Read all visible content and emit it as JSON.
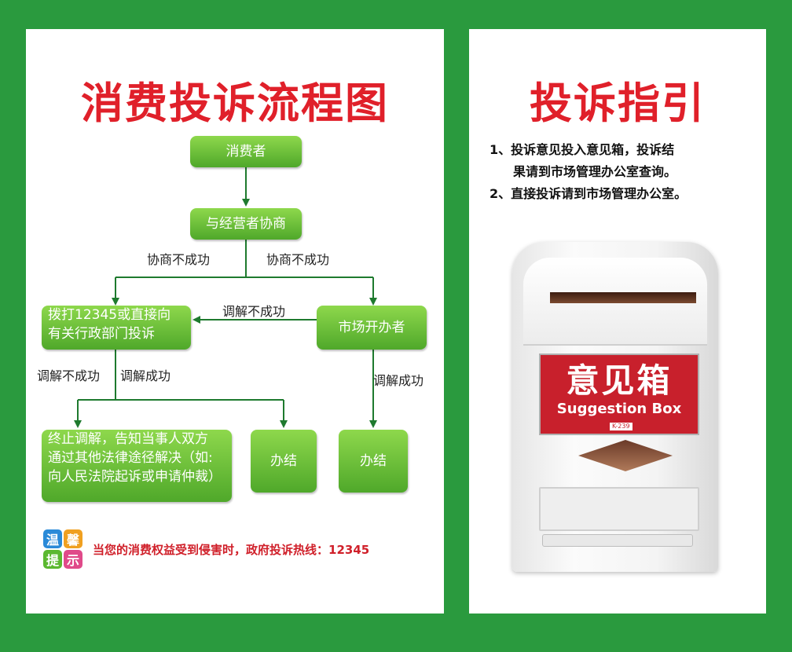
{
  "left_panel": {
    "title": "消费投诉流程图",
    "nodes": {
      "consumer": "消费者",
      "negotiate": "与经营者协商",
      "call_line1": "拨打12345或直接向",
      "call_line2": "有关行政部门投诉",
      "market_office": "市场开办者",
      "terminate_line1": "终止调解，告知当事人双方",
      "terminate_line2": "通过其他法律途径解决（如:",
      "terminate_line3": "向人民法院起诉或申请仲裁）",
      "done_1": "办结",
      "done_2": "办结"
    },
    "edge_labels": {
      "negotiate_fail_left": "协商不成功",
      "negotiate_fail_right": "协商不成功",
      "mediation_fail_top": "调解不成功",
      "mediation_fail_left": "调解不成功",
      "mediation_success_left": "调解成功",
      "mediation_success_right": "调解成功"
    },
    "tip": {
      "icon_chars": [
        "温",
        "馨",
        "提",
        "示"
      ],
      "text": "当您的消费权益受到侵害时，政府投诉热线：12345"
    }
  },
  "right_panel": {
    "title": "投诉指引",
    "guide": {
      "line1": "1、投诉意见投入意见箱，投诉结",
      "line1b": "果请到市场管理办公室查询。",
      "line2": "2、直接投诉请到市场管理办公室。"
    },
    "box": {
      "label_cn": "意见箱",
      "label_en": "Suggestion Box",
      "model": "K-239"
    }
  },
  "colors": {
    "border_green": "#2a9a3e",
    "title_red": "#e0202a",
    "node_green": "#5fb832",
    "arrow_green": "#1e7a2e"
  }
}
